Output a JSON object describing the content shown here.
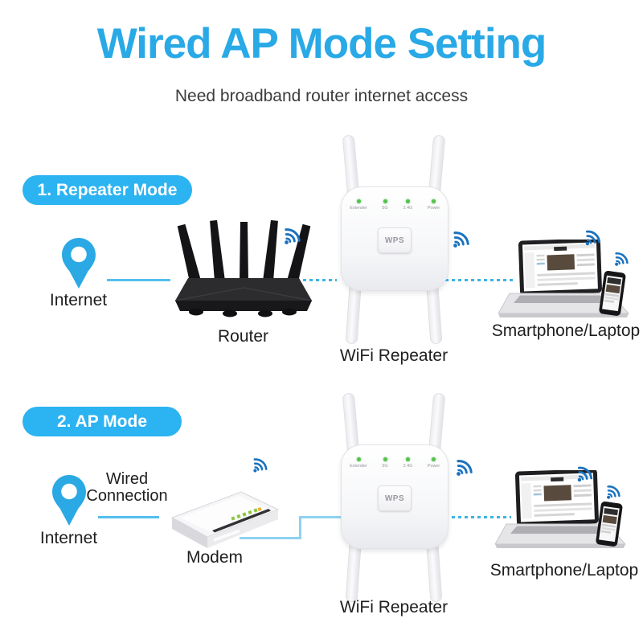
{
  "page": {
    "title": "Wired AP Mode Setting",
    "subtitle": "Need broadband router internet access"
  },
  "sections": [
    {
      "badge": "1. Repeater Mode",
      "internet_label": "Internet",
      "source_label": "Router",
      "repeater_label": "WiFi Repeater",
      "client_label": "Smartphone/Laptop"
    },
    {
      "badge": "2. AP Mode",
      "internet_label": "Internet",
      "wired_connection_line1": "Wired",
      "wired_connection_line2": "Connection",
      "source_label": "Modem",
      "repeater_label": "WiFi Repeater",
      "client_label": "Smartphone/Laptop"
    }
  ],
  "repeater_device": {
    "leds": [
      "Extender",
      "5G",
      "2.4G",
      "Power"
    ],
    "button_label": "WPS"
  },
  "icons": [
    "location-pin-icon",
    "wifi-signal-icon"
  ],
  "colors": {
    "title_blue": "#29A9E6",
    "badge_blue": "#2CB3F1",
    "pin_blue": "#2AA9E4",
    "wifi_icon_blue": "#1B72BE",
    "connector_blue": "#3DB4E6",
    "wired_line_blue": "#8ED2F2",
    "led_green": "#55C14E",
    "text_dark": "#1E1E1E"
  }
}
